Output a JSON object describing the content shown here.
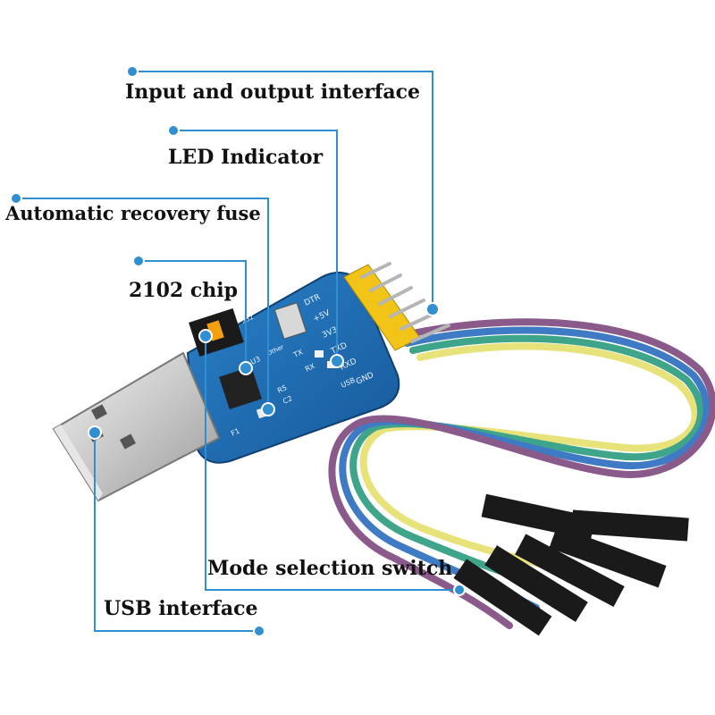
{
  "labels": {
    "io_interface": "Input and output interface",
    "led_indicator": "LED Indicator",
    "recovery_fuse": "Automatic recovery fuse",
    "chip": "2102 chip",
    "mode_switch": "Mode selection switch",
    "usb_interface": "USB interface"
  },
  "board_silkscreen": {
    "dtr": "DTR",
    "v5": "+5V",
    "v33": "3V3",
    "txd": "TXD",
    "rxd": "RXD",
    "gnd": "GND",
    "tx": "TX",
    "rx": "RX",
    "usb": "USB",
    "other": "Other",
    "u3": "U3",
    "r5": "R5",
    "c2": "C2",
    "f1": "F1",
    "r232": "232"
  },
  "colors": {
    "callout_line": "#2f8fd0",
    "pcb": "#1f6fb4",
    "pins": "#f2c418",
    "wire_purple": "#8a5a8a",
    "wire_blue": "#3f7bc4",
    "wire_green": "#3fa58a",
    "wire_yellow": "#e8e27a",
    "usb_metal": "#cfcfcf"
  }
}
